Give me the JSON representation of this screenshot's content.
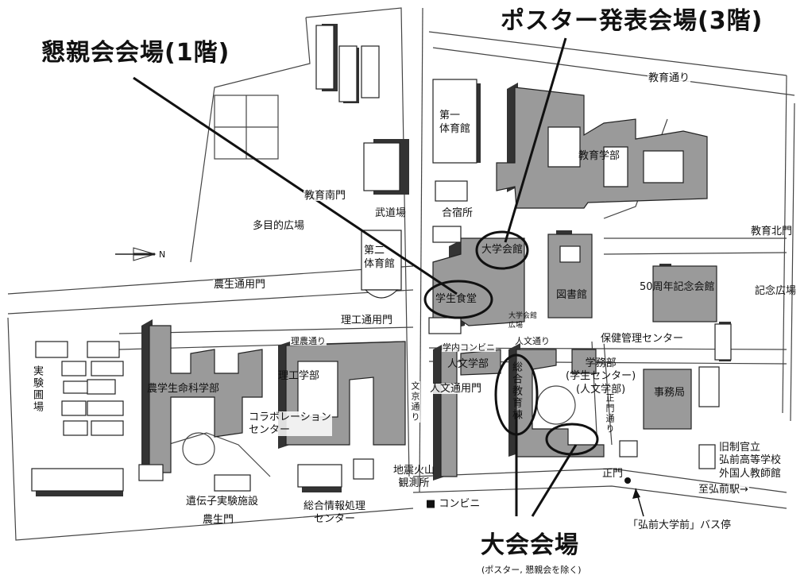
{
  "callouts": {
    "konshinkai": "懇親会会場(1階)",
    "poster": "ポスター発表会場(3階)",
    "taikai": "大会会場",
    "taikai_note": "(ポスター, 懇親会を除く)"
  },
  "north_label": "N",
  "places": {
    "kyoiku_dori": "教育通り",
    "kyoiku_gakubu": "教育学部",
    "dai1_taiikukan": "第一\n体育館",
    "budojo": "武道場",
    "gasshukujo": "合宿所",
    "kyoiku_minamimon": "教育南門",
    "tamokuteki_hiroba": "多目的広場",
    "kyoiku_kitamon": "教育北門",
    "daigaku_kaikan": "大学会館",
    "dai2_taiikukan": "第二\n体育館",
    "gakusei_shokudo": "学生食堂",
    "toshokan": "図書館",
    "kinenkaikan_50": "50周年記念会館",
    "kinen_hiroba": "記念広場",
    "nosei_tsuyomon": "農生通用門",
    "riko_tsuyomon": "理工通用門",
    "daigaku_kaikan_hiroba": "大学会館\n広場",
    "hoken_kanri": "保健管理センター",
    "rino_dori": "理農通り",
    "gakunai_konbini": "学内コンビニ",
    "jinbun_dori": "人文通り",
    "jikken_enjo": "実験圃場",
    "nosei_gakubu": "農学生命科学部",
    "riko_gakubu": "理工学部",
    "jinbun_gakubu": "人文学部",
    "sogo_kyoikuto": "総合教育棟",
    "gakumubu": "学務部\n(学生センター)\n(人文学部)",
    "jimukyoku": "事務局",
    "jinbun_tsuyomon": "人文通用門",
    "bunkyo_dori": "文京通り",
    "collab": "コラボレーション\nセンター",
    "seimon_dori": "正門通り",
    "kyusei": "旧制官立\n弘前高等学校\n外国人教師館",
    "jishin": "地震火山\n観測所",
    "seimon": "正門",
    "to_hirosaki": "至弘前駅→",
    "idenshi": "遺伝子実験施設",
    "noseimon": "農生門",
    "sogo_joho": "総合情報処理\nセンター",
    "konbini": "■ コンビニ",
    "bus_stop": "「弘前大学前」バス停"
  }
}
